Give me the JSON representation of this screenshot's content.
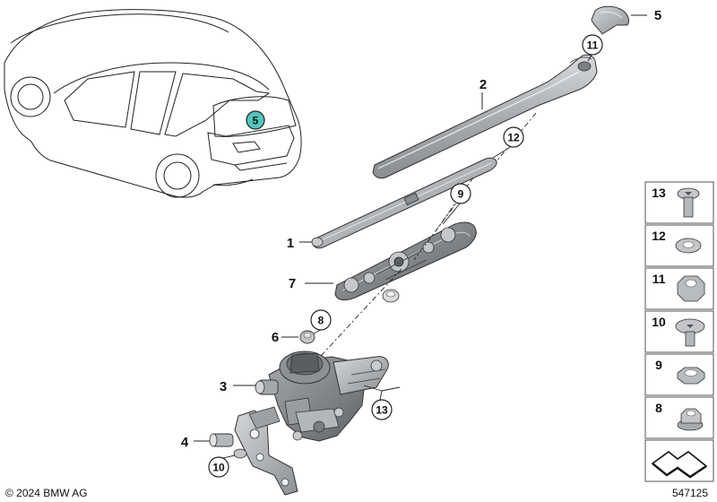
{
  "diagram": {
    "car_marker": "5",
    "callouts": {
      "c1": "1",
      "c2": "2",
      "c3": "3",
      "c4": "4",
      "c5": "5",
      "c6": "6",
      "c7": "7"
    },
    "circled": {
      "n8": "8",
      "n9": "9",
      "n10": "10",
      "n11": "11",
      "n12": "12",
      "n13": "13"
    },
    "sidebar": [
      {
        "number": "13",
        "part": "torx-screw"
      },
      {
        "number": "12",
        "part": "washer"
      },
      {
        "number": "11",
        "part": "hex-nut"
      },
      {
        "number": "10",
        "part": "flange-screw"
      },
      {
        "number": "9",
        "part": "thin-nut"
      },
      {
        "number": "8",
        "part": "flange-nut"
      }
    ],
    "copyright": "© 2024 BMW AG",
    "diagram_id": "547125",
    "colors": {
      "marker_fill": "#4fc7be",
      "part_gray": "#b9bcbf",
      "part_dark": "#7d8084",
      "outline": "#222222"
    }
  }
}
